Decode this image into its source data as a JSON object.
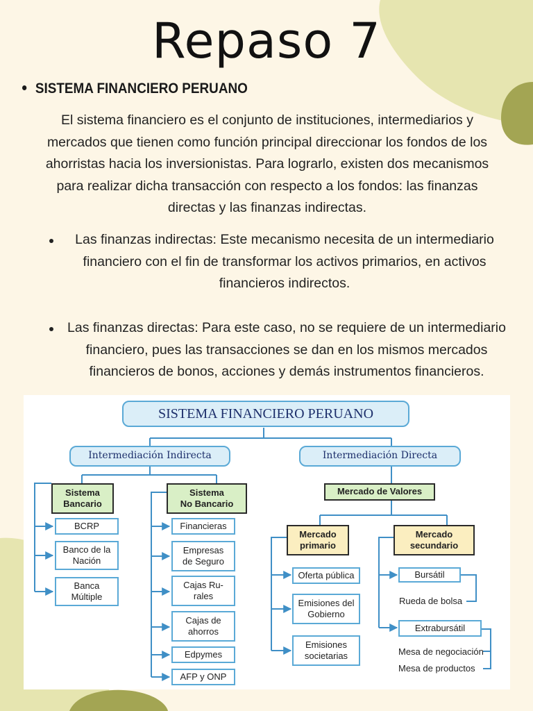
{
  "title": "Repaso 7",
  "heading": "SISTEMA FINANCIERO PERUANO",
  "paragraph": "El sistema financiero es el conjunto de instituciones, intermediarios y mercados que tienen como función principal direccionar los fondos de los ahorristas hacia los inversionistas. Para lograrlo, existen dos mecanismos para realizar dicha transacción con respecto a los fondos: las finanzas directas y las finanzas indirectas.",
  "bullets": [
    "Las finanzas indirectas: Este mecanismo necesita de un intermediario financiero con el fin de transformar los activos primarios, en activos financieros indirectos.",
    "Las finanzas directas: Para este caso, no se requiere de un intermediario financiero, pues las transacciones se dan en los mismos mercados financieros de bonos, acciones y demás instrumentos financieros."
  ],
  "diagram": {
    "title": "SISTEMA FINANCIERO PERUANO",
    "indirecta": "Intermediación Indirecta",
    "directa": "Intermediación Directa",
    "sistema_bancario": "Sistema\nBancario",
    "sistema_no_bancario": "Sistema\nNo Bancario",
    "mercado_valores": "Mercado de Valores",
    "mercado_primario": "Mercado\nprimario",
    "mercado_secundario": "Mercado\nsecundario",
    "bancario_items": [
      "BCRP",
      "Banco de la\nNación",
      "Banca\nMúltiple"
    ],
    "no_bancario_items": [
      "Financieras",
      "Empresas\nde Seguro",
      "Cajas Ru-\nrales",
      "Cajas de\nahorros",
      "Edpymes",
      "AFP y ONP"
    ],
    "primario_items": [
      "Oferta pública",
      "Emisiones del\nGobierno",
      "Emisiones\nsocietarias"
    ],
    "bursatil": "Bursátil",
    "rueda_bolsa": "Rueda de bolsa",
    "extrabursatil": "Extrabursátil",
    "mesa_negociacion": "Mesa de negociación",
    "mesa_productos": "Mesa de productos"
  },
  "colors": {
    "background": "#fdf6e6",
    "blob_light": "#e6e5b0",
    "blob_dark": "#a3a553",
    "node_border": "#5aa9d6",
    "green_fill": "#d9efc6",
    "yellow_fill": "#fbeec0"
  }
}
